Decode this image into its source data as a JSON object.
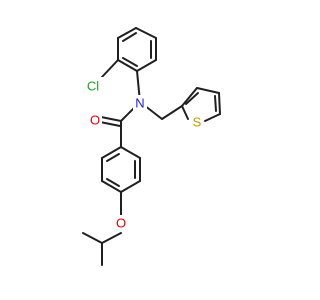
{
  "molecule": {
    "atoms": {
      "chlorine": {
        "symbol": "Cl",
        "color": "#1fa51f"
      },
      "oxygen_carbonyl": {
        "symbol": "O",
        "color": "#e8000b"
      },
      "nitrogen": {
        "symbol": "N",
        "color": "#2020e0"
      },
      "sulfur": {
        "symbol": "S",
        "color": "#b8a000"
      },
      "oxygen_ether": {
        "symbol": "O",
        "color": "#e8000b"
      }
    }
  }
}
